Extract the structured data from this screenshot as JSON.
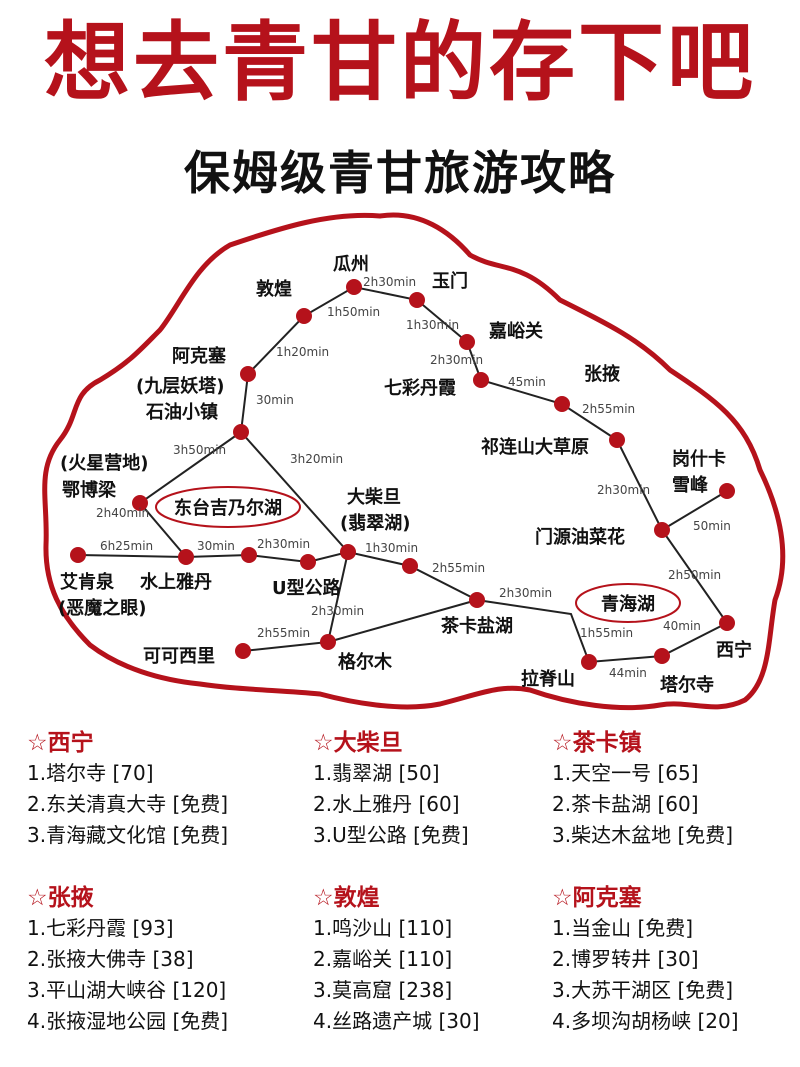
{
  "header": {
    "title": "想去青甘的存下吧",
    "subtitle": "保姆级青甘旅游攻略"
  },
  "map": {
    "colors": {
      "border": "#b5121b",
      "route": "#222222",
      "dot": "#b5121b"
    },
    "places": [
      {
        "id": "guazhou",
        "name": "瓜州"
      },
      {
        "id": "dunhuang",
        "name": "敦煌"
      },
      {
        "id": "yumen",
        "name": "玉门"
      },
      {
        "id": "jiayuguan",
        "name": "嘉峪关"
      },
      {
        "id": "akesai",
        "name": "阿克塞"
      },
      {
        "id": "qicaidanxia",
        "name": "七彩丹霞"
      },
      {
        "id": "zhangye",
        "name": "张掖"
      },
      {
        "id": "jiuceng",
        "name": "(九层妖塔)"
      },
      {
        "id": "shiyou",
        "name": "石油小镇"
      },
      {
        "id": "qilianshan",
        "name": "祁连山大草原"
      },
      {
        "id": "huoxing",
        "name": "(火星营地)"
      },
      {
        "id": "eboliang",
        "name": "鄂博梁"
      },
      {
        "id": "gangshika",
        "name": "岗什卡"
      },
      {
        "id": "xuefeng",
        "name": "雪峰"
      },
      {
        "id": "dachaidan",
        "name": "大柴旦"
      },
      {
        "id": "feicuihu",
        "name": "(翡翠湖)"
      },
      {
        "id": "menyuan",
        "name": "门源油菜花"
      },
      {
        "id": "aikenquan",
        "name": "艾肯泉"
      },
      {
        "id": "emozhiyan",
        "name": "(恶魔之眼)"
      },
      {
        "id": "shuishang",
        "name": "水上雅丹"
      },
      {
        "id": "uxing",
        "name": "U型公路"
      },
      {
        "id": "chaka",
        "name": "茶卡盐湖"
      },
      {
        "id": "xining",
        "name": "西宁"
      },
      {
        "id": "kekexili",
        "name": "可可西里"
      },
      {
        "id": "geermu",
        "name": "格尔木"
      },
      {
        "id": "labeishan",
        "name": "拉脊山"
      },
      {
        "id": "taersi",
        "name": "塔尔寺"
      }
    ],
    "lakes": [
      {
        "id": "dongtai",
        "name": "东台吉乃尔湖"
      },
      {
        "id": "qinghaihu",
        "name": "青海湖"
      }
    ],
    "durations": [
      {
        "id": "d_dunhuang_guazhou",
        "text": "1h50min"
      },
      {
        "id": "d_guazhou_yumen",
        "text": "2h30min"
      },
      {
        "id": "d_yumen_jiayuguan",
        "text": "1h30min"
      },
      {
        "id": "d_jiayuguan_qicai",
        "text": "2h30min"
      },
      {
        "id": "d_qicai_zhangye",
        "text": "45min"
      },
      {
        "id": "d_zhangye_qilian",
        "text": "2h55min"
      },
      {
        "id": "d_akesai_dunhuang",
        "text": "1h20min"
      },
      {
        "id": "d_shiyou_akesai",
        "text": "30min"
      },
      {
        "id": "d_shiyou_eboliang",
        "text": "3h50min"
      },
      {
        "id": "d_shiyou_dachaidan",
        "text": "3h20min"
      },
      {
        "id": "d_eboliang_shuishang",
        "text": "2h40min"
      },
      {
        "id": "d_aikenquan_shuishang",
        "text": "6h25min"
      },
      {
        "id": "d_shuishang_next",
        "text": "30min"
      },
      {
        "id": "d_next_uxing",
        "text": "2h30min"
      },
      {
        "id": "d_dachaidan_chaka_a",
        "text": "1h30min"
      },
      {
        "id": "d_dachaidan_chaka_b",
        "text": "2h55min"
      },
      {
        "id": "d_uxing_geermu",
        "text": "2h30min"
      },
      {
        "id": "d_chaka_labeishan",
        "text": "2h30min"
      },
      {
        "id": "d_qilian_menyuan",
        "text": "2h30min"
      },
      {
        "id": "d_menyuan_gangshika",
        "text": "50min"
      },
      {
        "id": "d_menyuan_xining",
        "text": "2h50min"
      },
      {
        "id": "d_kekexili_geermu",
        "text": "2h55min"
      },
      {
        "id": "d_labeishan_qinghaihu",
        "text": "1h55min"
      },
      {
        "id": "d_xining_taersi",
        "text": "40min"
      },
      {
        "id": "d_taersi_labeishan",
        "text": "44min"
      }
    ]
  },
  "sections": [
    {
      "title": "☆西宁",
      "items": [
        "1.塔尔寺 [70]",
        "2.东关清真大寺 [免费]",
        "3.青海藏文化馆 [免费]"
      ]
    },
    {
      "title": "☆大柴旦",
      "items": [
        "1.翡翠湖 [50]",
        "2.水上雅丹 [60]",
        "3.U型公路 [免费]"
      ]
    },
    {
      "title": "☆茶卡镇",
      "items": [
        "1.天空一号 [65]",
        "2.茶卡盐湖 [60]",
        "3.柴达木盆地 [免费]"
      ]
    },
    {
      "title": "☆张掖",
      "items": [
        "1.七彩丹霞 [93]",
        "2.张掖大佛寺 [38]",
        "3.平山湖大峡谷 [120]",
        "4.张掖湿地公园 [免费]"
      ]
    },
    {
      "title": "☆敦煌",
      "items": [
        "1.鸣沙山 [110]",
        "2.嘉峪关 [110]",
        "3.莫高窟 [238]",
        "4.丝路遗产城 [30]"
      ]
    },
    {
      "title": "☆阿克塞",
      "items": [
        "1.当金山 [免费]",
        "2.博罗转井 [30]",
        "3.大苏干湖区 [免费]",
        "4.多坝沟胡杨峡 [20]"
      ]
    }
  ]
}
